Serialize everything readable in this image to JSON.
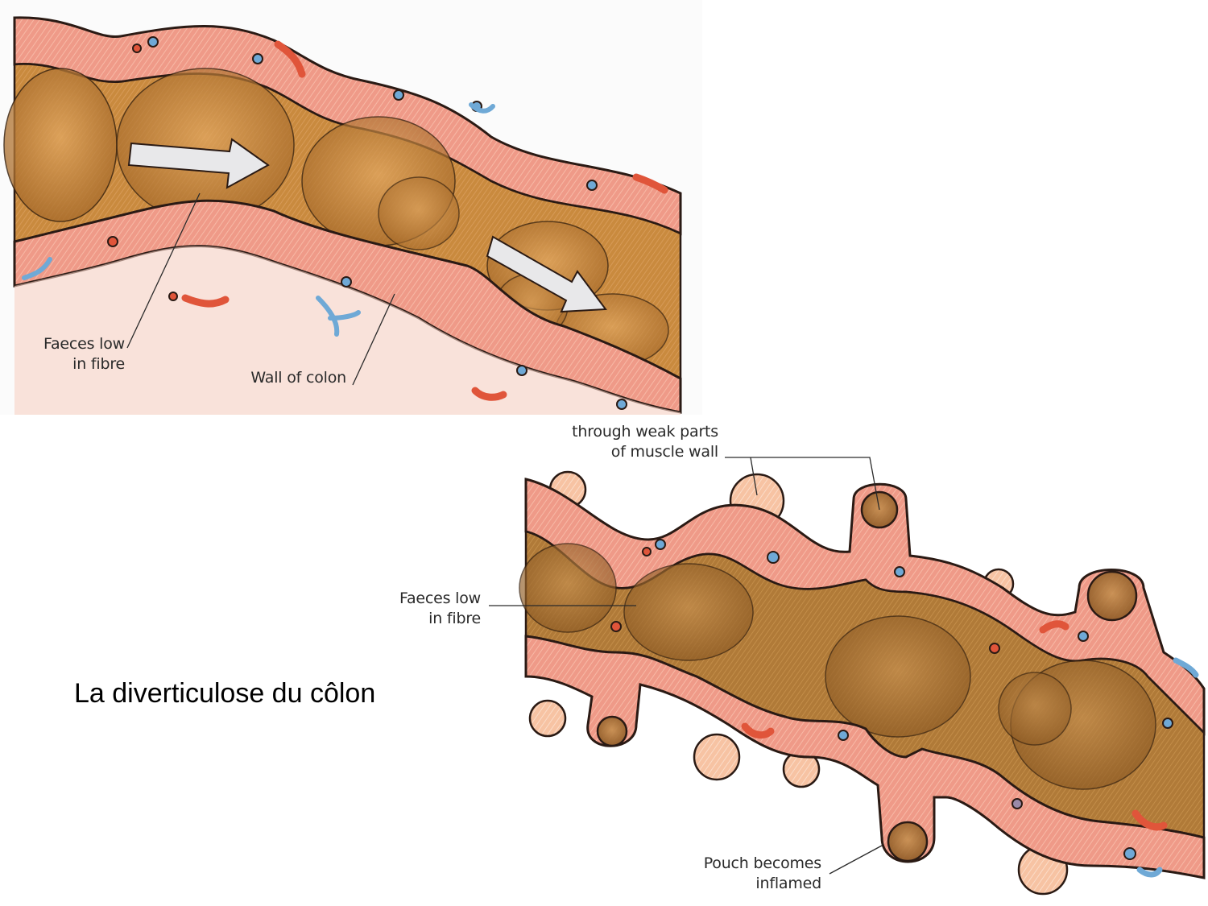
{
  "title": "La diverticulose du côlon",
  "colors": {
    "wall": "#ef9a88",
    "wall_light": "#f8c8b6",
    "wall_outline": "#2a1a14",
    "faeces": "#c98a3e",
    "faeces_dark": "#a86a2c",
    "pouch_outer": "#f7c3a3",
    "vein": "#6fa9d6",
    "artery": "#e0553a",
    "arrow": "#e8e8ea"
  },
  "top_panel": {
    "labels": {
      "faeces_line1": "Faeces low",
      "faeces_line2": "in fibre",
      "wall": "Wall of colon"
    }
  },
  "bottom_panel": {
    "labels": {
      "weak_line1": "through weak parts",
      "weak_line2": "of muscle wall",
      "faeces_line1": "Faeces low",
      "faeces_line2": "in fibre",
      "pouch_line1": "Pouch becomes",
      "pouch_line2": "inflamed"
    }
  }
}
